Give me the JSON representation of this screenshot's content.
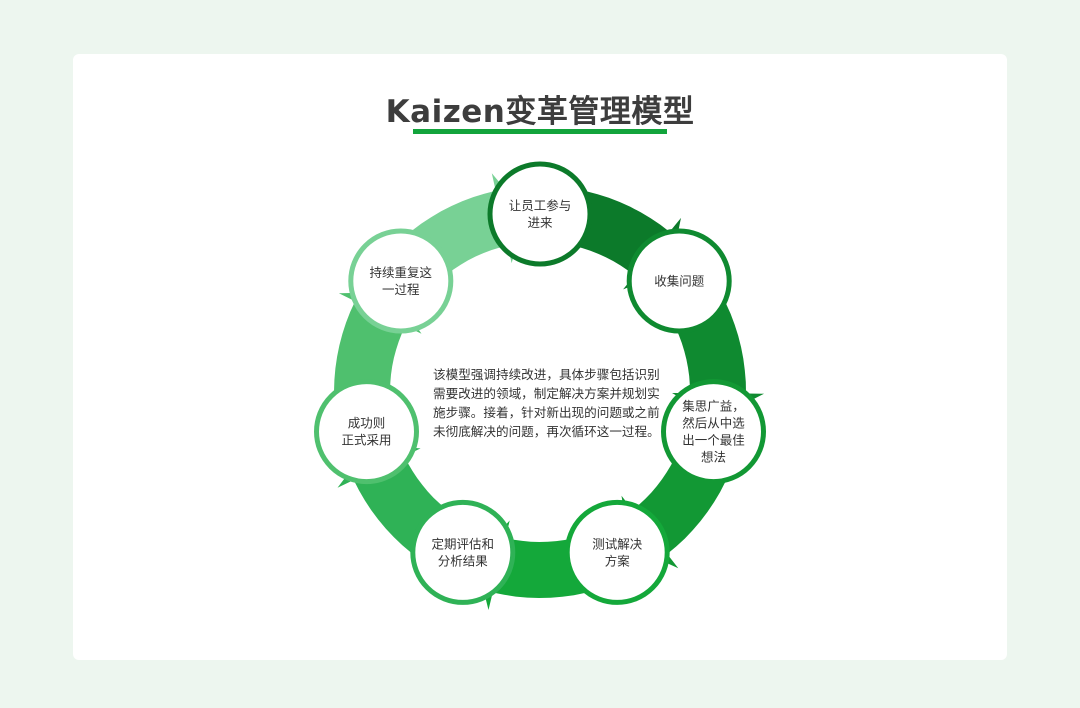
{
  "title": "Kaizen变革管理模型",
  "description": "该模型强调持续改进，具体步骤包括识别需要改进的领域，制定解决方案并规划实施步骤。接着，针对新出现的问题或之前未彻底解决的问题，再次循环这一过程。",
  "colors": {
    "background": "#edf6ef",
    "card": "#ffffff",
    "accent": "#12a43c",
    "title": "#3d3d3d"
  },
  "steps": [
    {
      "lines": [
        "让员工参与",
        "进来"
      ],
      "color": "#0c7a2a"
    },
    {
      "lines": [
        "收集问题"
      ],
      "color": "#0f8a30"
    },
    {
      "lines": [
        "集思广益，",
        "然后从中选",
        "出一个最佳",
        "想法"
      ],
      "color": "#129834"
    },
    {
      "lines": [
        "测试解决",
        "方案"
      ],
      "color": "#14a83a"
    },
    {
      "lines": [
        "定期评估和",
        "分析结果"
      ],
      "color": "#2fb256"
    },
    {
      "lines": [
        "成功则",
        "正式采用"
      ],
      "color": "#4fc06e"
    },
    {
      "lines": [
        "持续重复这",
        "一过程"
      ],
      "color": "#78d195"
    }
  ]
}
